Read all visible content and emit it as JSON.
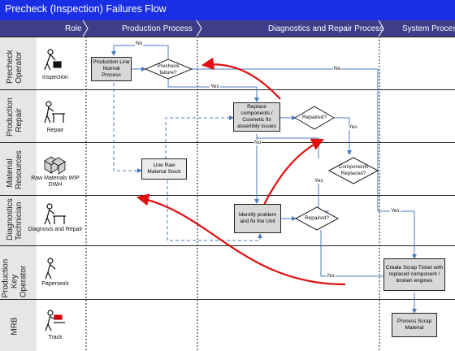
{
  "title": "Precheck (Inspection) Failures Flow",
  "header": {
    "role": "Role",
    "production_process": "Production Process",
    "diagnostics": "Diagnostics and Repair Process",
    "system": "System Process"
  },
  "lanes": [
    {
      "label": "Precheck Operator",
      "role": "Inspection"
    },
    {
      "label": "Production Repair",
      "role": "Repair"
    },
    {
      "label": "Material Resources",
      "role": "Raw Materials WIP DWH"
    },
    {
      "label": "Diagnostics Technician",
      "role": "Diagnosis and Repair"
    },
    {
      "label": "Production Key Operator",
      "role": "Paperwork"
    },
    {
      "label": "MRB",
      "role": "Track"
    }
  ],
  "shapes": {
    "production_line": "Production Line Normal Process",
    "precheck_failed": "Precheck failure?",
    "replace_components": "Replace components / Cosmetic fix assembly issues",
    "repaired_1": "Repaired?",
    "raw_material": "Line Raw Material Stock",
    "components_replaced": "Components Replaced?",
    "identify_problem": "Identify problem and fix the Unit",
    "repaired_2": "Repaired?",
    "create_scrap": "Create Scrap Ticket with replaced component / broken engines",
    "process_scrap": "Process Scrap Material"
  },
  "connectors": {
    "no1": "No",
    "no2": "No",
    "yes1": "Yes",
    "yes2": "Yes",
    "no3": "No",
    "yes3": "Yes",
    "yes4": "Yes",
    "no4": "No"
  },
  "colors": {
    "title_bar": "#1a2ee6",
    "header_band": "#3d3d8a",
    "flow_line": "#4a7bbf",
    "annotation_arrow": "#e01010"
  }
}
